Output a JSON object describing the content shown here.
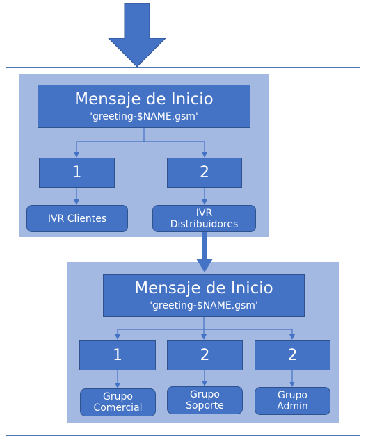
{
  "top_section": {
    "header": {
      "title": "Mensaje de Inicio",
      "subtitle": "'greeting-$NAME.gsm'"
    },
    "options": [
      {
        "number": "1",
        "target_lines": [
          "IVR Clientes"
        ]
      },
      {
        "number": "2",
        "target_lines": [
          "IVR",
          "Distribuidores"
        ]
      }
    ]
  },
  "bottom_section": {
    "header": {
      "title": "Mensaje de Inicio",
      "subtitle": "'greeting-$NAME.gsm'"
    },
    "options": [
      {
        "number": "1",
        "target_lines": [
          "Grupo",
          "Comercial"
        ]
      },
      {
        "number": "2",
        "target_lines": [
          "Grupo",
          "Soporte"
        ]
      },
      {
        "number": "2",
        "target_lines": [
          "Grupo",
          "Admin"
        ]
      }
    ]
  },
  "colors": {
    "box_fill": "#4472c4",
    "box_border": "#2f528f",
    "panel_fill": "#a3b9e2",
    "frame_border": "#4f74b8",
    "connector": "#4472c4",
    "text": "#ffffff"
  }
}
